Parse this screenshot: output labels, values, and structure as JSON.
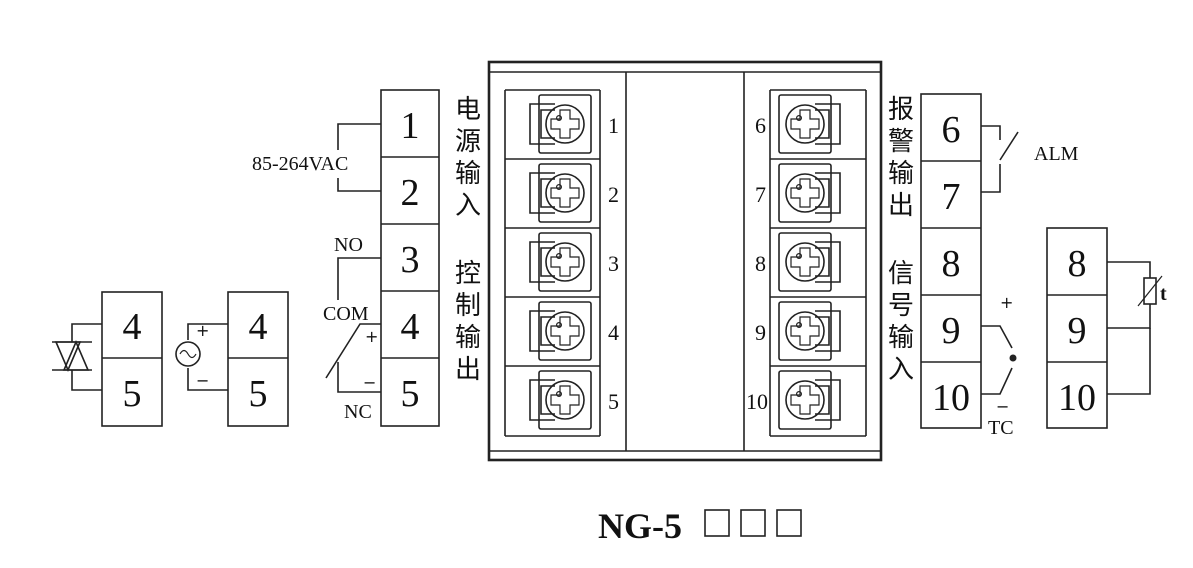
{
  "model": {
    "name": "NG-5",
    "code_boxes": 3
  },
  "power_input": {
    "label": "电源输入",
    "voltage": "85-264VAC",
    "terminals": [
      "1",
      "2"
    ]
  },
  "control_output": {
    "label": "控制输出",
    "terminals": [
      "3",
      "4",
      "5"
    ],
    "relay": {
      "no": "NO",
      "com": "COM",
      "nc": "NC",
      "plus": "+",
      "minus": "−"
    }
  },
  "alarm_output": {
    "label": "报警输出",
    "terminals": [
      "6",
      "7"
    ],
    "alarm": "ALM"
  },
  "signal_input": {
    "label": "信号输入",
    "terminals": [
      "8",
      "9",
      "10"
    ],
    "thermocouple": {
      "label": "TC",
      "plus": "+",
      "minus": "−"
    },
    "rtd": {
      "label": "t",
      "terminals": [
        "8",
        "9",
        "10"
      ]
    }
  },
  "ssr_output": {
    "terminals": [
      "4",
      "5"
    ]
  },
  "current_output": {
    "terminals": [
      "4",
      "5"
    ],
    "plus": "+",
    "minus": "−"
  },
  "device_pins": {
    "left": [
      "1",
      "2",
      "3",
      "4",
      "5"
    ],
    "right": [
      "6",
      "7",
      "8",
      "9",
      "10"
    ]
  }
}
